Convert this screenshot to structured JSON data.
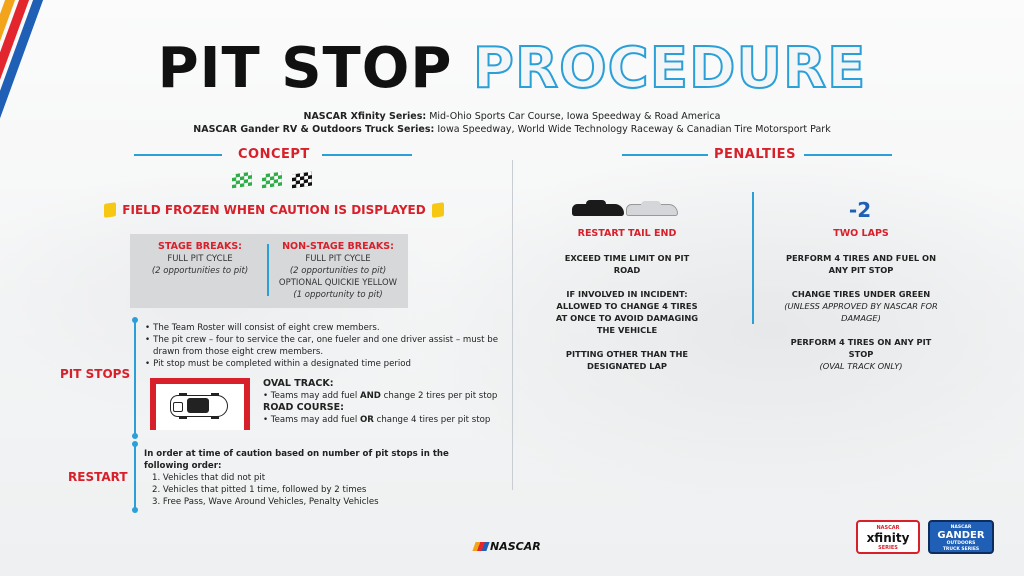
{
  "title": {
    "part1": "PIT STOP",
    "part2": "PROCEDURE"
  },
  "subtitles": [
    {
      "series": "NASCAR Xfinity Series:",
      "tracks": "Mid-Ohio Sports Car Course, Iowa Speedway & Road America"
    },
    {
      "series": "NASCAR Gander RV & Outdoors Truck Series:",
      "tracks": "Iowa Speedway, World Wide Technology Raceway & Canadian Tire Motorsport Park"
    }
  ],
  "concept": {
    "heading": "CONCEPT",
    "flag_icons": [
      "green-flag-icon",
      "green-flag-icon",
      "checkered-flag-icon"
    ],
    "frozen_text": "FIELD FROZEN WHEN CAUTION IS DISPLAYED",
    "stage": {
      "heading": "STAGE BREAKS:",
      "line1": "FULL PIT CYCLE",
      "line2": "(2 opportunities to pit)"
    },
    "non_stage": {
      "heading": "NON-STAGE BREAKS:",
      "line1": "FULL PIT CYCLE",
      "line2": "(2 opportunities to pit)",
      "line3": "OPTIONAL QUICKIE YELLOW",
      "line4": "(1 opportunity to pit)"
    }
  },
  "pit_stops": {
    "label": "PIT STOPS",
    "bullets": [
      "The Team Roster will consist of eight crew members.",
      "The pit crew – four to service the car, one fueler and one driver assist – must be drawn from those eight crew members.",
      "Pit stop must be completed within a designated time period"
    ],
    "oval": {
      "heading": "OVAL TRACK:",
      "pre": "• Teams may add fuel ",
      "kw": "AND",
      "post": " change 2 tires per pit stop"
    },
    "road": {
      "heading": "ROAD COURSE:",
      "pre": "• Teams may add fuel ",
      "kw": "OR",
      "post": " change 4 tires per pit stop"
    }
  },
  "restart": {
    "label": "RESTART",
    "intro": "In order at time of caution based on number of pit stops in the following order:",
    "items": [
      "1. Vehicles that did not pit",
      "2. Vehicles that pitted 1 time, followed by 2 times",
      "3. Free Pass, Wave Around Vehicles, Penalty Vehicles"
    ]
  },
  "penalties": {
    "heading": "PENALTIES",
    "left": {
      "heading": "RESTART TAIL END",
      "items": [
        "EXCEED TIME LIMIT ON PIT ROAD",
        "IF INVOLVED IN INCIDENT: ALLOWED TO CHANGE 4 TIRES AT ONCE TO AVOID DAMAGING THE VEHICLE",
        "PITTING OTHER THAN THE DESIGNATED LAP"
      ]
    },
    "right": {
      "big": "-2",
      "heading": "TWO LAPS",
      "item1": "PERFORM 4 TIRES AND FUEL ON ANY PIT STOP",
      "item2": "CHANGE TIRES UNDER GREEN",
      "item2_note": "(UNLESS APPROVED BY NASCAR FOR DAMAGE)",
      "item3": "PERFORM 4 TIRES ON ANY PIT STOP",
      "item3_note": "(OVAL TRACK ONLY)"
    }
  },
  "footer": {
    "nascar_logo": "NASCAR",
    "xfinity": {
      "top": "NASCAR",
      "main": "xfinity",
      "bottom": "SERIES"
    },
    "gander": {
      "top": "NASCAR",
      "main": "GANDER",
      "sub": "OUTDOORS",
      "bottom": "TRUCK SERIES"
    }
  },
  "colors": {
    "red": "#d8202a",
    "blue": "#2a9fd8",
    "navy": "#1f5fb5",
    "yellow": "#f6c814"
  }
}
